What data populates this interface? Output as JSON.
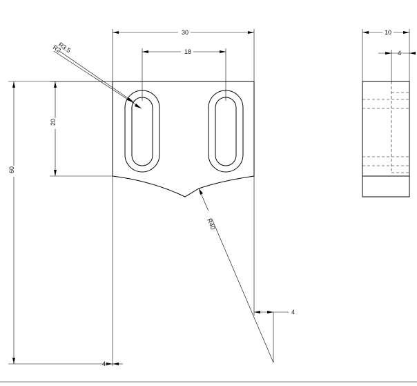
{
  "drawing": {
    "front_view": {
      "width_label": "30",
      "slot_spacing_label": "18",
      "height_label": "60",
      "slot_length_label": "20",
      "outer_radius_label": "R3.5",
      "inner_radius_label": "R2",
      "arc_radius_label": "R40",
      "bottom_offset_label": "4",
      "right_offset_label": "4"
    },
    "side_view": {
      "width_label": "10",
      "depth_label": "4"
    }
  }
}
